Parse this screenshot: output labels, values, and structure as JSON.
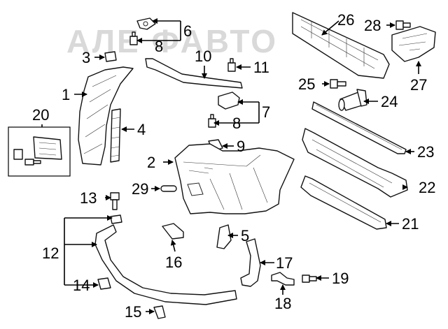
{
  "watermark": "АЛЕ ФАВТО",
  "callouts": {
    "c1": "1",
    "c2": "2",
    "c3": "3",
    "c4": "4",
    "c5": "5",
    "c6": "6",
    "c7": "7",
    "c8a": "8",
    "c8b": "8",
    "c9": "9",
    "c10": "10",
    "c11": "11",
    "c12": "12",
    "c13": "13",
    "c14": "14",
    "c15": "15",
    "c16": "16",
    "c17": "17",
    "c18": "18",
    "c19": "19",
    "c20": "20",
    "c21": "21",
    "c22": "22",
    "c23": "23",
    "c24": "24",
    "c25": "25",
    "c26": "26",
    "c27": "27",
    "c28": "28",
    "c29": "29"
  }
}
